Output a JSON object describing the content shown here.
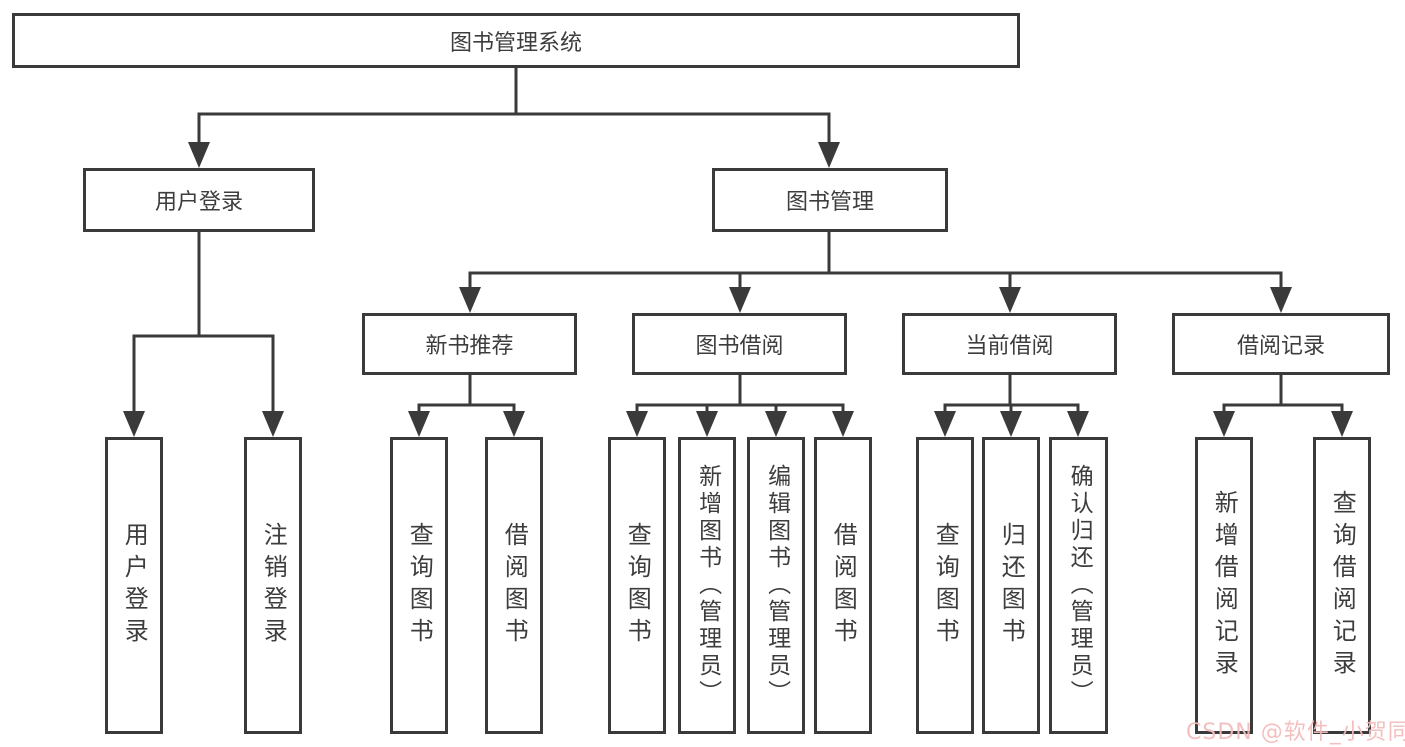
{
  "tree": {
    "root": "图书管理系统",
    "branches": [
      {
        "label": "用户登录",
        "children": [
          {
            "label": "用户登录"
          },
          {
            "label": "注销登录"
          }
        ]
      },
      {
        "label": "图书管理",
        "children": [
          {
            "label": "新书推荐",
            "children": [
              {
                "label": "查询图书"
              },
              {
                "label": "借阅图书"
              }
            ]
          },
          {
            "label": "图书借阅",
            "children": [
              {
                "label": "查询图书"
              },
              {
                "label": "新增图书（管理员）"
              },
              {
                "label": "编辑图书（管理员）"
              },
              {
                "label": "借阅图书"
              }
            ]
          },
          {
            "label": "当前借阅",
            "children": [
              {
                "label": "查询图书"
              },
              {
                "label": "归还图书"
              },
              {
                "label": "确认归还（管理员）"
              }
            ]
          },
          {
            "label": "借阅记录",
            "children": [
              {
                "label": "新增借阅记录"
              },
              {
                "label": "查询借阅记录"
              }
            ]
          }
        ]
      }
    ]
  },
  "watermark": {
    "text": "CSDN @软件_小贺同学",
    "color": "#f2bcbc"
  },
  "colors": {
    "line": "#3a3a3a",
    "box_border": "#3a3a3a",
    "text": "#3d3d3d",
    "background": "#ffffff"
  }
}
